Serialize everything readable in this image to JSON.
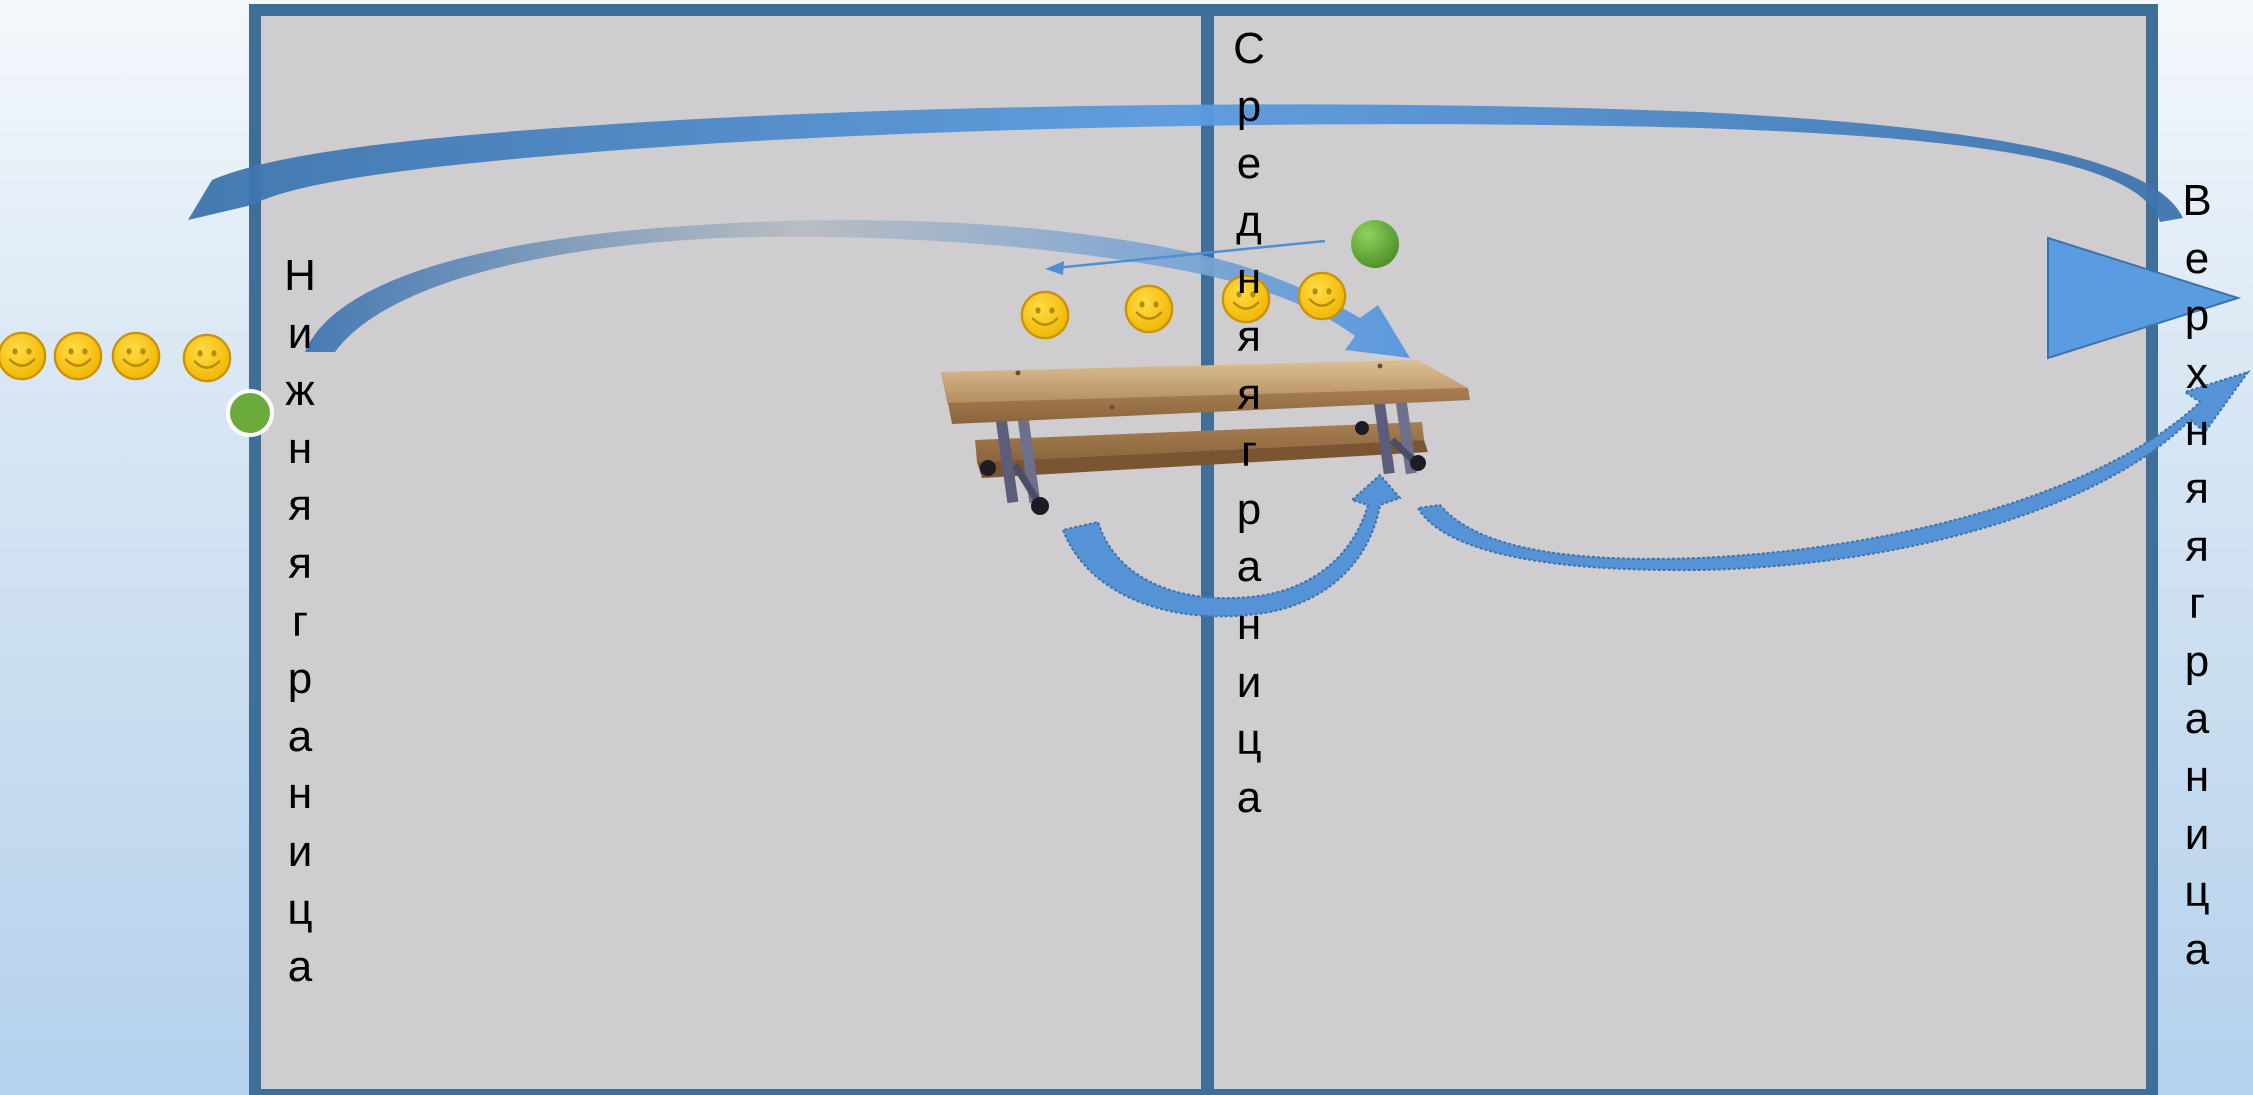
{
  "labels": {
    "lower_boundary": "Нижняя граница",
    "middle_boundary": "Средняя граница",
    "upper_boundary": "Верхняя граница"
  },
  "colors": {
    "court": "#cfcdcf",
    "court_border": "#3f6e99",
    "arrow_fill": "#4f8fd4",
    "arrow_dark": "#3a6fa6",
    "ball": "#6aab3c",
    "smiley": "#f5c518",
    "smiley_outline": "#c79308",
    "bench_wood": "#c9a77c",
    "bench_metal": "#5b5e7a"
  },
  "objects": {
    "players_queue_count": 4,
    "players_on_court_count": 4,
    "balls_count": 2,
    "bench_icon": "gym-bench",
    "smiley_icon": "smiley-face-icon",
    "ball_icon": "ball-icon"
  }
}
